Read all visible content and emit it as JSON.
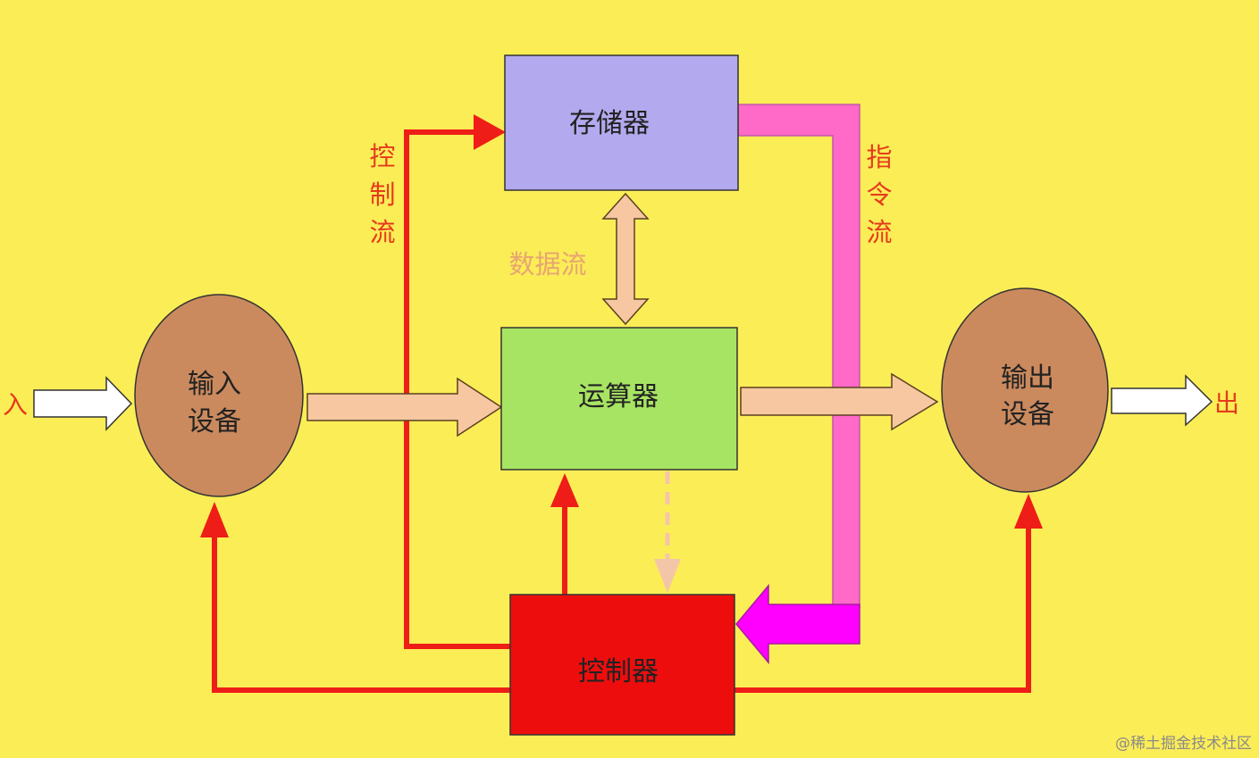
{
  "nodes": {
    "memory": "存储器",
    "alu": "运算器",
    "controller": "控制器",
    "input_device": [
      "输入",
      "设备"
    ],
    "output_device": [
      "输出",
      "设备"
    ]
  },
  "flows": {
    "control": [
      "控",
      "制",
      "流"
    ],
    "instruction": [
      "指",
      "令",
      "流"
    ],
    "data": "数据流"
  },
  "io": {
    "in": "入",
    "out": "出"
  },
  "watermark": "@稀土掘金技术社区",
  "colors": {
    "background": "#fbed56",
    "memory": "#b3a9ee",
    "alu": "#a8e463",
    "controller": "#ee0d0d",
    "device": "#cb8a5e",
    "control_line": "#ee1d17",
    "instruction_flow": "#ff69c8",
    "data_arrow": "#f6c7a1",
    "label_red": "#e53b1c"
  }
}
